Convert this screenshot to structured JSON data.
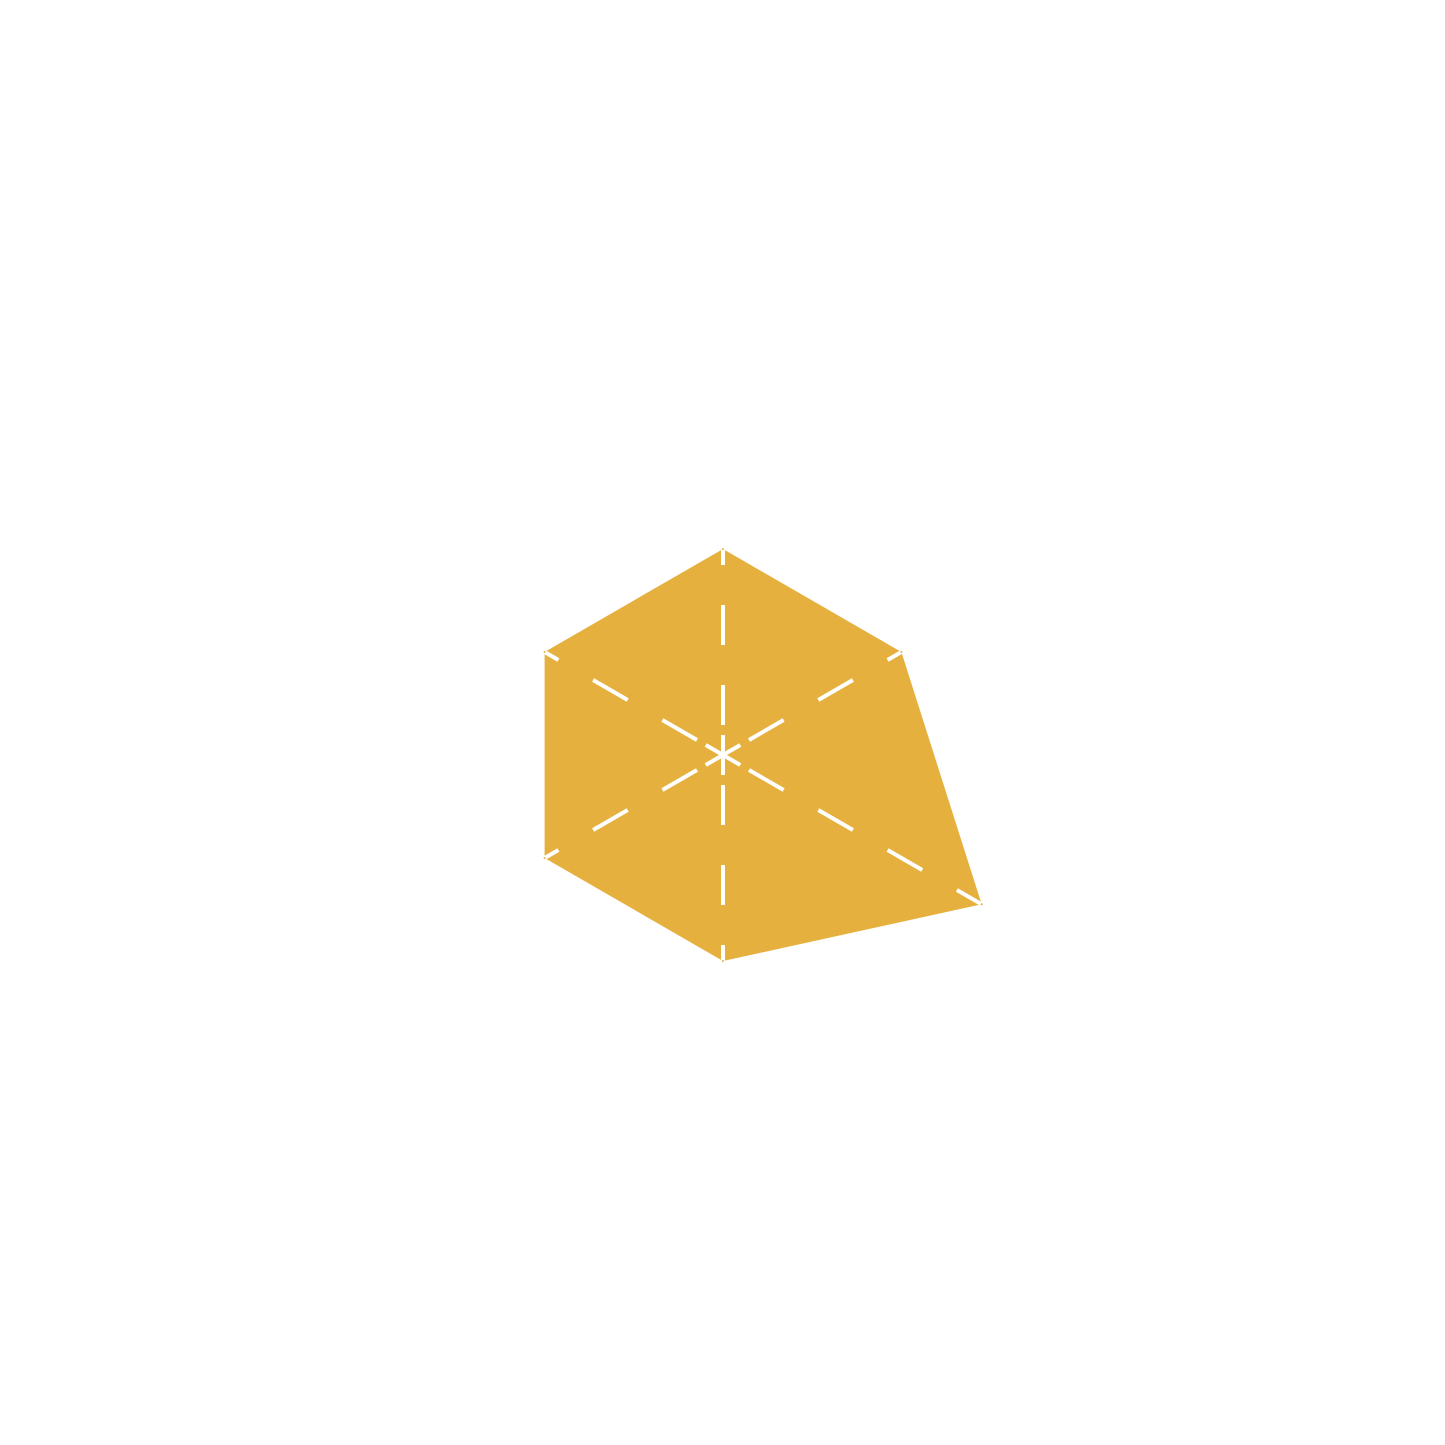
{
  "chart_data": {
    "type": "radar",
    "categories": [
      "",
      "",
      "",
      "",
      "",
      ""
    ],
    "values": [
      1.0,
      1.0,
      1.45,
      1.0,
      1.0,
      1.0
    ],
    "range": [
      0,
      1.5
    ],
    "grid": false,
    "legend": "none",
    "title": "",
    "fill_color": "#E5B03E",
    "spoke_color": "#FFFFFF"
  }
}
